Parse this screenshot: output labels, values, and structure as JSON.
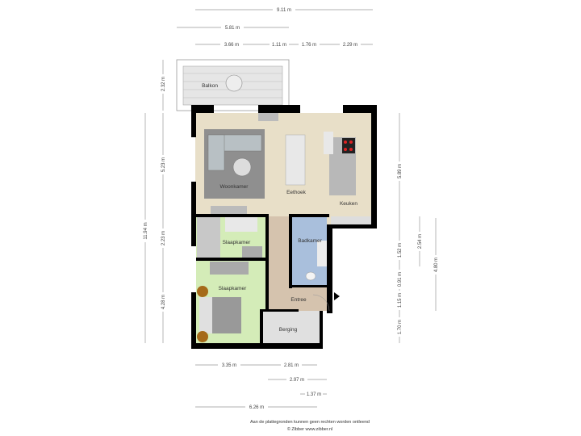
{
  "rooms": {
    "balkon": "Balkon",
    "woonkamer": "Woonkamer",
    "eethoek": "Eethoek",
    "keuken": "Keuken",
    "slaapkamer1": "Slaapkamer",
    "slaapkamer2": "Slaapkamer",
    "badkamer": "Badkamer",
    "entree": "Entree",
    "berging": "Berging"
  },
  "dimensions": {
    "top": {
      "total": "9.11 m",
      "balcony": "5.81 m",
      "seg1": "3.66 m",
      "seg2": "1.11 m",
      "seg3": "1.76 m",
      "seg4": "2.29 m"
    },
    "left": {
      "balcony": "2.32 m",
      "living": "5.23 m",
      "bed1": "2.23 m",
      "bed2": "4.28 m",
      "total": "11.94 m"
    },
    "right": {
      "kitchen": "5.89 m",
      "bath": "1.52 m",
      "toilet": "0.91 m",
      "entry": "1.15 m",
      "storage": "1.70 m",
      "outer1": "2.54 m",
      "outer2": "4.80 m"
    },
    "bottom": {
      "seg1": "3.35 m",
      "seg2": "2.81 m",
      "entry": "2.97 m",
      "small": "1.37 m",
      "total": "6.26 m"
    }
  },
  "footer": {
    "disclaimer": "Aan de plattegronden kunnen geen rechten worden ontleend",
    "copyright": "© Zibber www.zibber.nl"
  },
  "colors": {
    "living": "#e8dfc8",
    "bedroom": "#d4ecb8",
    "bathroom": "#a9bfdc",
    "entree": "#d5c3ae",
    "berging": "#e0e0e0",
    "wall": "#000000"
  }
}
